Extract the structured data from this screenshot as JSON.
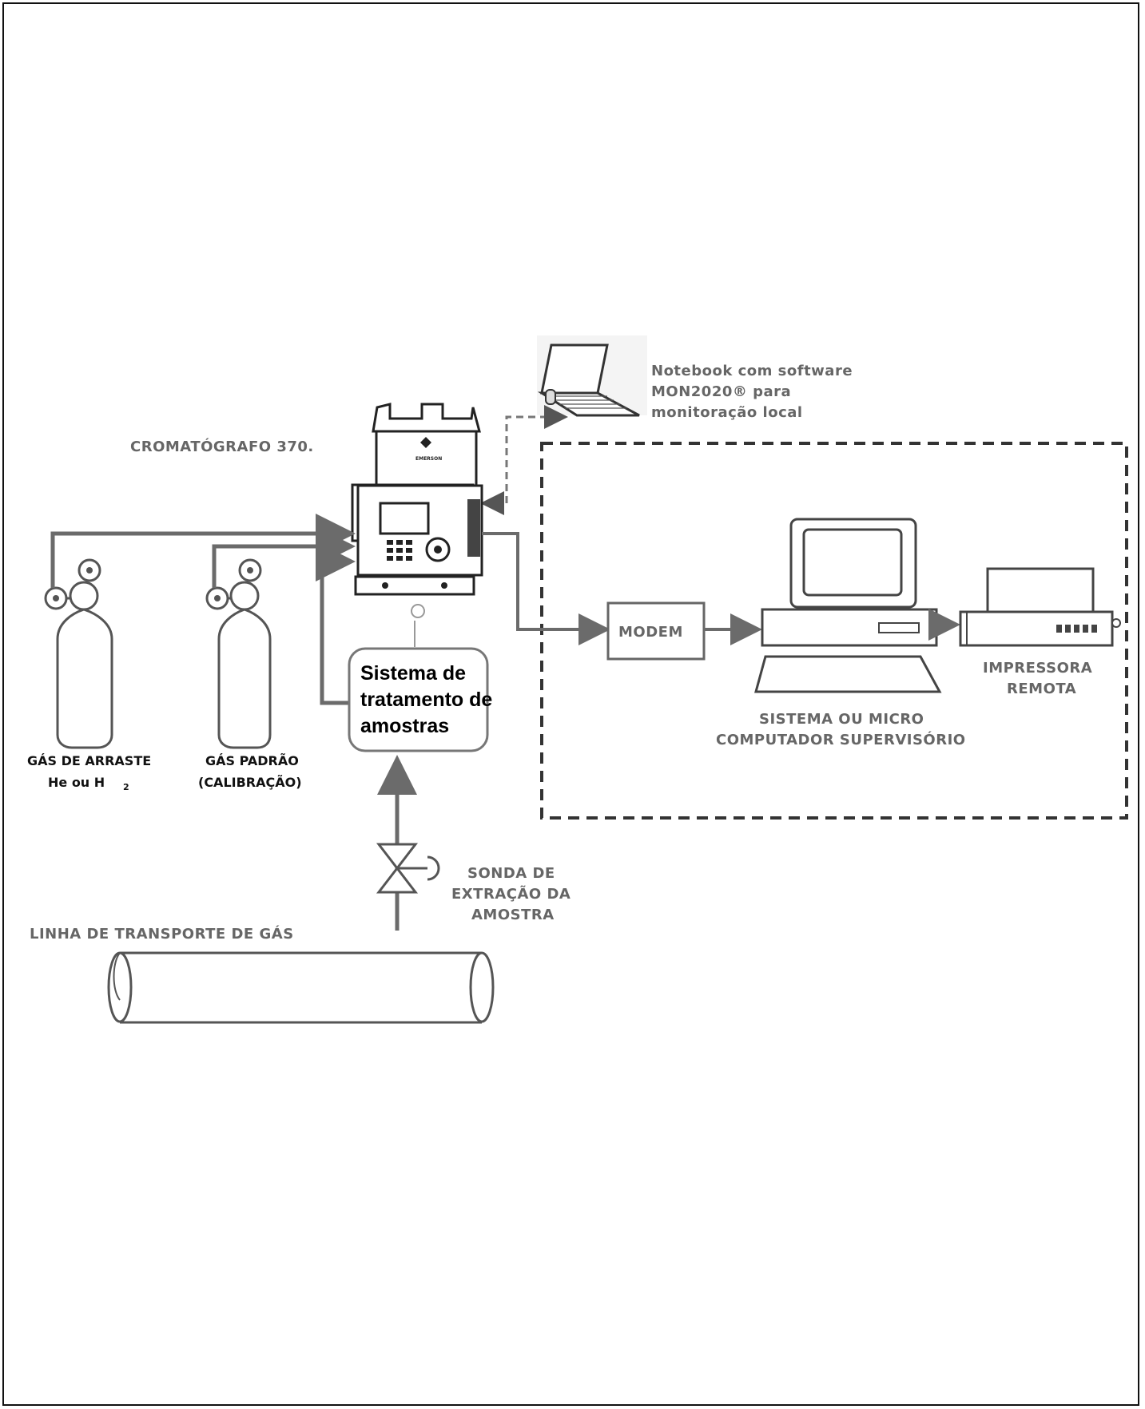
{
  "labels": {
    "notebook": [
      "Notebook com software",
      "MON2020® para",
      "monitoração local"
    ],
    "chromatograph": "CROMATÓGRAFO 370.",
    "emerson": "EMERSON",
    "carrier_gas": [
      "GÁS DE ARRASTE",
      "He ou H"
    ],
    "carrier_gas_subscript": "2",
    "standard_gas": [
      "GÁS PADRÃO",
      "(CALIBRAÇÃO)"
    ],
    "sample_system": [
      "Sistema de",
      "tratamento de",
      "amostras"
    ],
    "modem": "MODEM",
    "supervisory": [
      "SISTEMA OU MICRO",
      "COMPUTADOR SUPERVISÓRIO"
    ],
    "printer": [
      "IMPRESSORA",
      "REMOTA"
    ],
    "probe": [
      "SONDA DE",
      "EXTRAÇÃO DA",
      "AMOSTRA"
    ],
    "pipeline": "LINHA DE TRANSPORTE DE GÁS"
  },
  "colors": {
    "line": "#6b6b6b",
    "dark": "#111111",
    "label_gray": "#666666"
  }
}
